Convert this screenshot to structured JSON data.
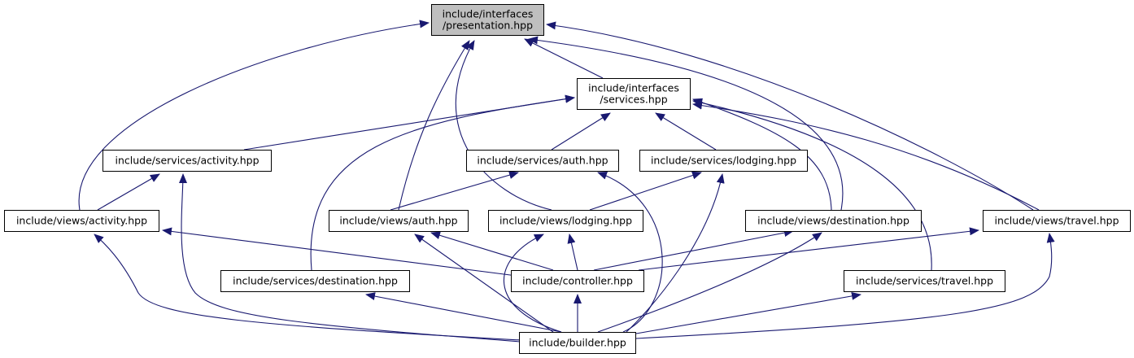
{
  "graph": {
    "colors": {
      "edge": "#191970",
      "root_fill": "#bfbfbf",
      "node_fill": "#ffffff",
      "node_border": "#000000"
    },
    "nodes": {
      "presentation": [
        "include/interfaces",
        "/presentation.hpp"
      ],
      "services_if": [
        "include/interfaces",
        "/services.hpp"
      ],
      "svc_activity": [
        "include/services/activity.hpp"
      ],
      "svc_auth": [
        "include/services/auth.hpp"
      ],
      "svc_lodging": [
        "include/services/lodging.hpp"
      ],
      "view_activity": [
        "include/views/activity.hpp"
      ],
      "view_auth": [
        "include/views/auth.hpp"
      ],
      "view_lodging": [
        "include/views/lodging.hpp"
      ],
      "view_destination": [
        "include/views/destination.hpp"
      ],
      "view_travel": [
        "include/views/travel.hpp"
      ],
      "svc_destination": [
        "include/services/destination.hpp"
      ],
      "controller": [
        "include/controller.hpp"
      ],
      "svc_travel": [
        "include/services/travel.hpp"
      ],
      "builder": [
        "include/builder.hpp"
      ]
    },
    "edges": [
      {
        "from": "services_if",
        "to": "presentation"
      },
      {
        "from": "view_activity",
        "to": "presentation"
      },
      {
        "from": "view_auth",
        "to": "presentation"
      },
      {
        "from": "view_lodging",
        "to": "presentation"
      },
      {
        "from": "view_destination",
        "to": "presentation"
      },
      {
        "from": "view_travel",
        "to": "presentation"
      },
      {
        "from": "svc_activity",
        "to": "services_if"
      },
      {
        "from": "svc_auth",
        "to": "services_if"
      },
      {
        "from": "svc_lodging",
        "to": "services_if"
      },
      {
        "from": "svc_destination",
        "to": "services_if"
      },
      {
        "from": "view_destination",
        "to": "services_if"
      },
      {
        "from": "view_travel",
        "to": "services_if"
      },
      {
        "from": "svc_travel",
        "to": "services_if"
      },
      {
        "from": "view_activity",
        "to": "svc_activity"
      },
      {
        "from": "builder",
        "to": "svc_activity"
      },
      {
        "from": "view_auth",
        "to": "svc_auth"
      },
      {
        "from": "builder",
        "to": "svc_auth"
      },
      {
        "from": "view_lodging",
        "to": "svc_lodging"
      },
      {
        "from": "builder",
        "to": "svc_lodging"
      },
      {
        "from": "builder",
        "to": "view_activity"
      },
      {
        "from": "controller",
        "to": "view_activity"
      },
      {
        "from": "controller",
        "to": "view_auth"
      },
      {
        "from": "builder",
        "to": "view_auth"
      },
      {
        "from": "controller",
        "to": "view_lodging"
      },
      {
        "from": "builder",
        "to": "view_lodging"
      },
      {
        "from": "controller",
        "to": "view_destination"
      },
      {
        "from": "builder",
        "to": "view_destination"
      },
      {
        "from": "controller",
        "to": "view_travel"
      },
      {
        "from": "builder",
        "to": "view_travel"
      },
      {
        "from": "builder",
        "to": "svc_destination"
      },
      {
        "from": "builder",
        "to": "controller"
      },
      {
        "from": "builder",
        "to": "svc_travel"
      }
    ]
  }
}
